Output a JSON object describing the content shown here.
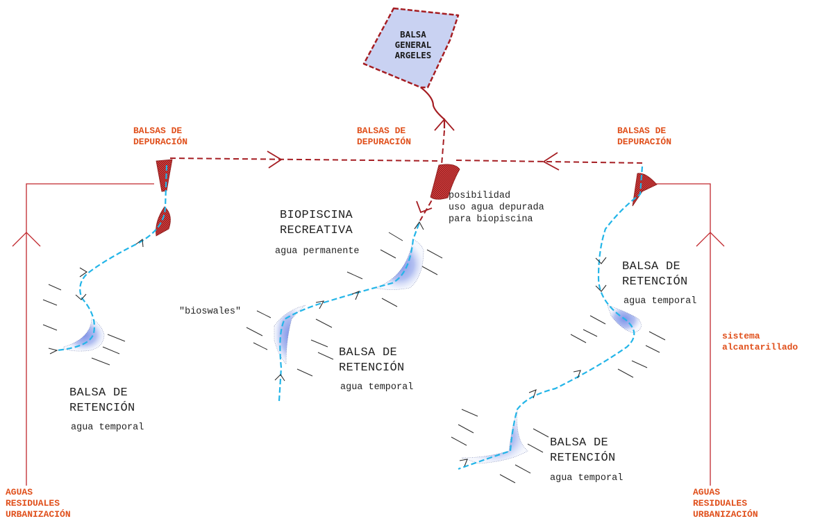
{
  "balsa_general": "BALSA\nGENERAL\nARGELES",
  "depuracion": {
    "left": "BALSAS DE\nDEPURACIÓN",
    "center": "BALSAS DE\nDEPURACIÓN",
    "right": "BALSAS DE\nDEPURACIÓN"
  },
  "posibilidad": "posibilidad\nuso agua depurada\npara biopiscina",
  "biopiscina": {
    "title": "BIOPISCINA\nRECREATIVA",
    "sub": "agua permanente"
  },
  "bioswales": "\"bioswales\"",
  "retencion": {
    "left": {
      "title": "BALSA DE\nRETENCIÓN",
      "sub": "agua temporal"
    },
    "center": {
      "title": "BALSA DE\nRETENCIÓN",
      "sub": "agua temporal"
    },
    "right": {
      "title": "BALSA DE\nRETENCIÓN",
      "sub": "agua temporal"
    },
    "bottom": {
      "title": "BALSA DE\nRETENCIÓN",
      "sub": "agua temporal"
    }
  },
  "sistema": "sistema\nalcantarillado",
  "aguas": {
    "left": "AGUAS\nRESIDUALES\nURBANIZACIÓN",
    "right": "AGUAS\nRESIDUALES\nURBANIZACIÓN"
  },
  "colors": {
    "sewer": "#c0262c",
    "pipe_dashed": "#a51d22",
    "water": "#23b5e8",
    "label_red": "#e0501c",
    "pond_fill": "#c9d2f2"
  }
}
